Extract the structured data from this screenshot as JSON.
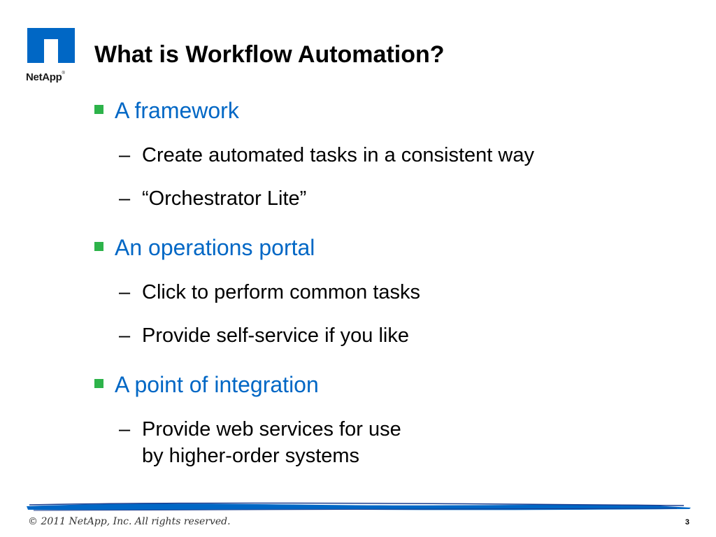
{
  "logo": {
    "text": "NetApp",
    "mark": "®",
    "color": "#0067c5"
  },
  "title": "What is Workflow Automation?",
  "bullets": [
    {
      "label": "A framework",
      "subitems": [
        "Create automated tasks in a consistent way",
        "“Orchestrator Lite”"
      ]
    },
    {
      "label": "An operations portal",
      "subitems": [
        "Click to perform common tasks",
        "Provide self-service if you like"
      ]
    },
    {
      "label": "A point of integration",
      "subitems": [
        "Provide web services for use",
        "by higher-order systems"
      ]
    }
  ],
  "dash": "–",
  "footer": {
    "copyright": "© 2011 NetApp, Inc. All rights reserved.",
    "page_number": "3"
  },
  "colors": {
    "bullet_text": "#0067c5",
    "bullet_marker": "#2db34a",
    "footer_line": "#0067c5"
  }
}
